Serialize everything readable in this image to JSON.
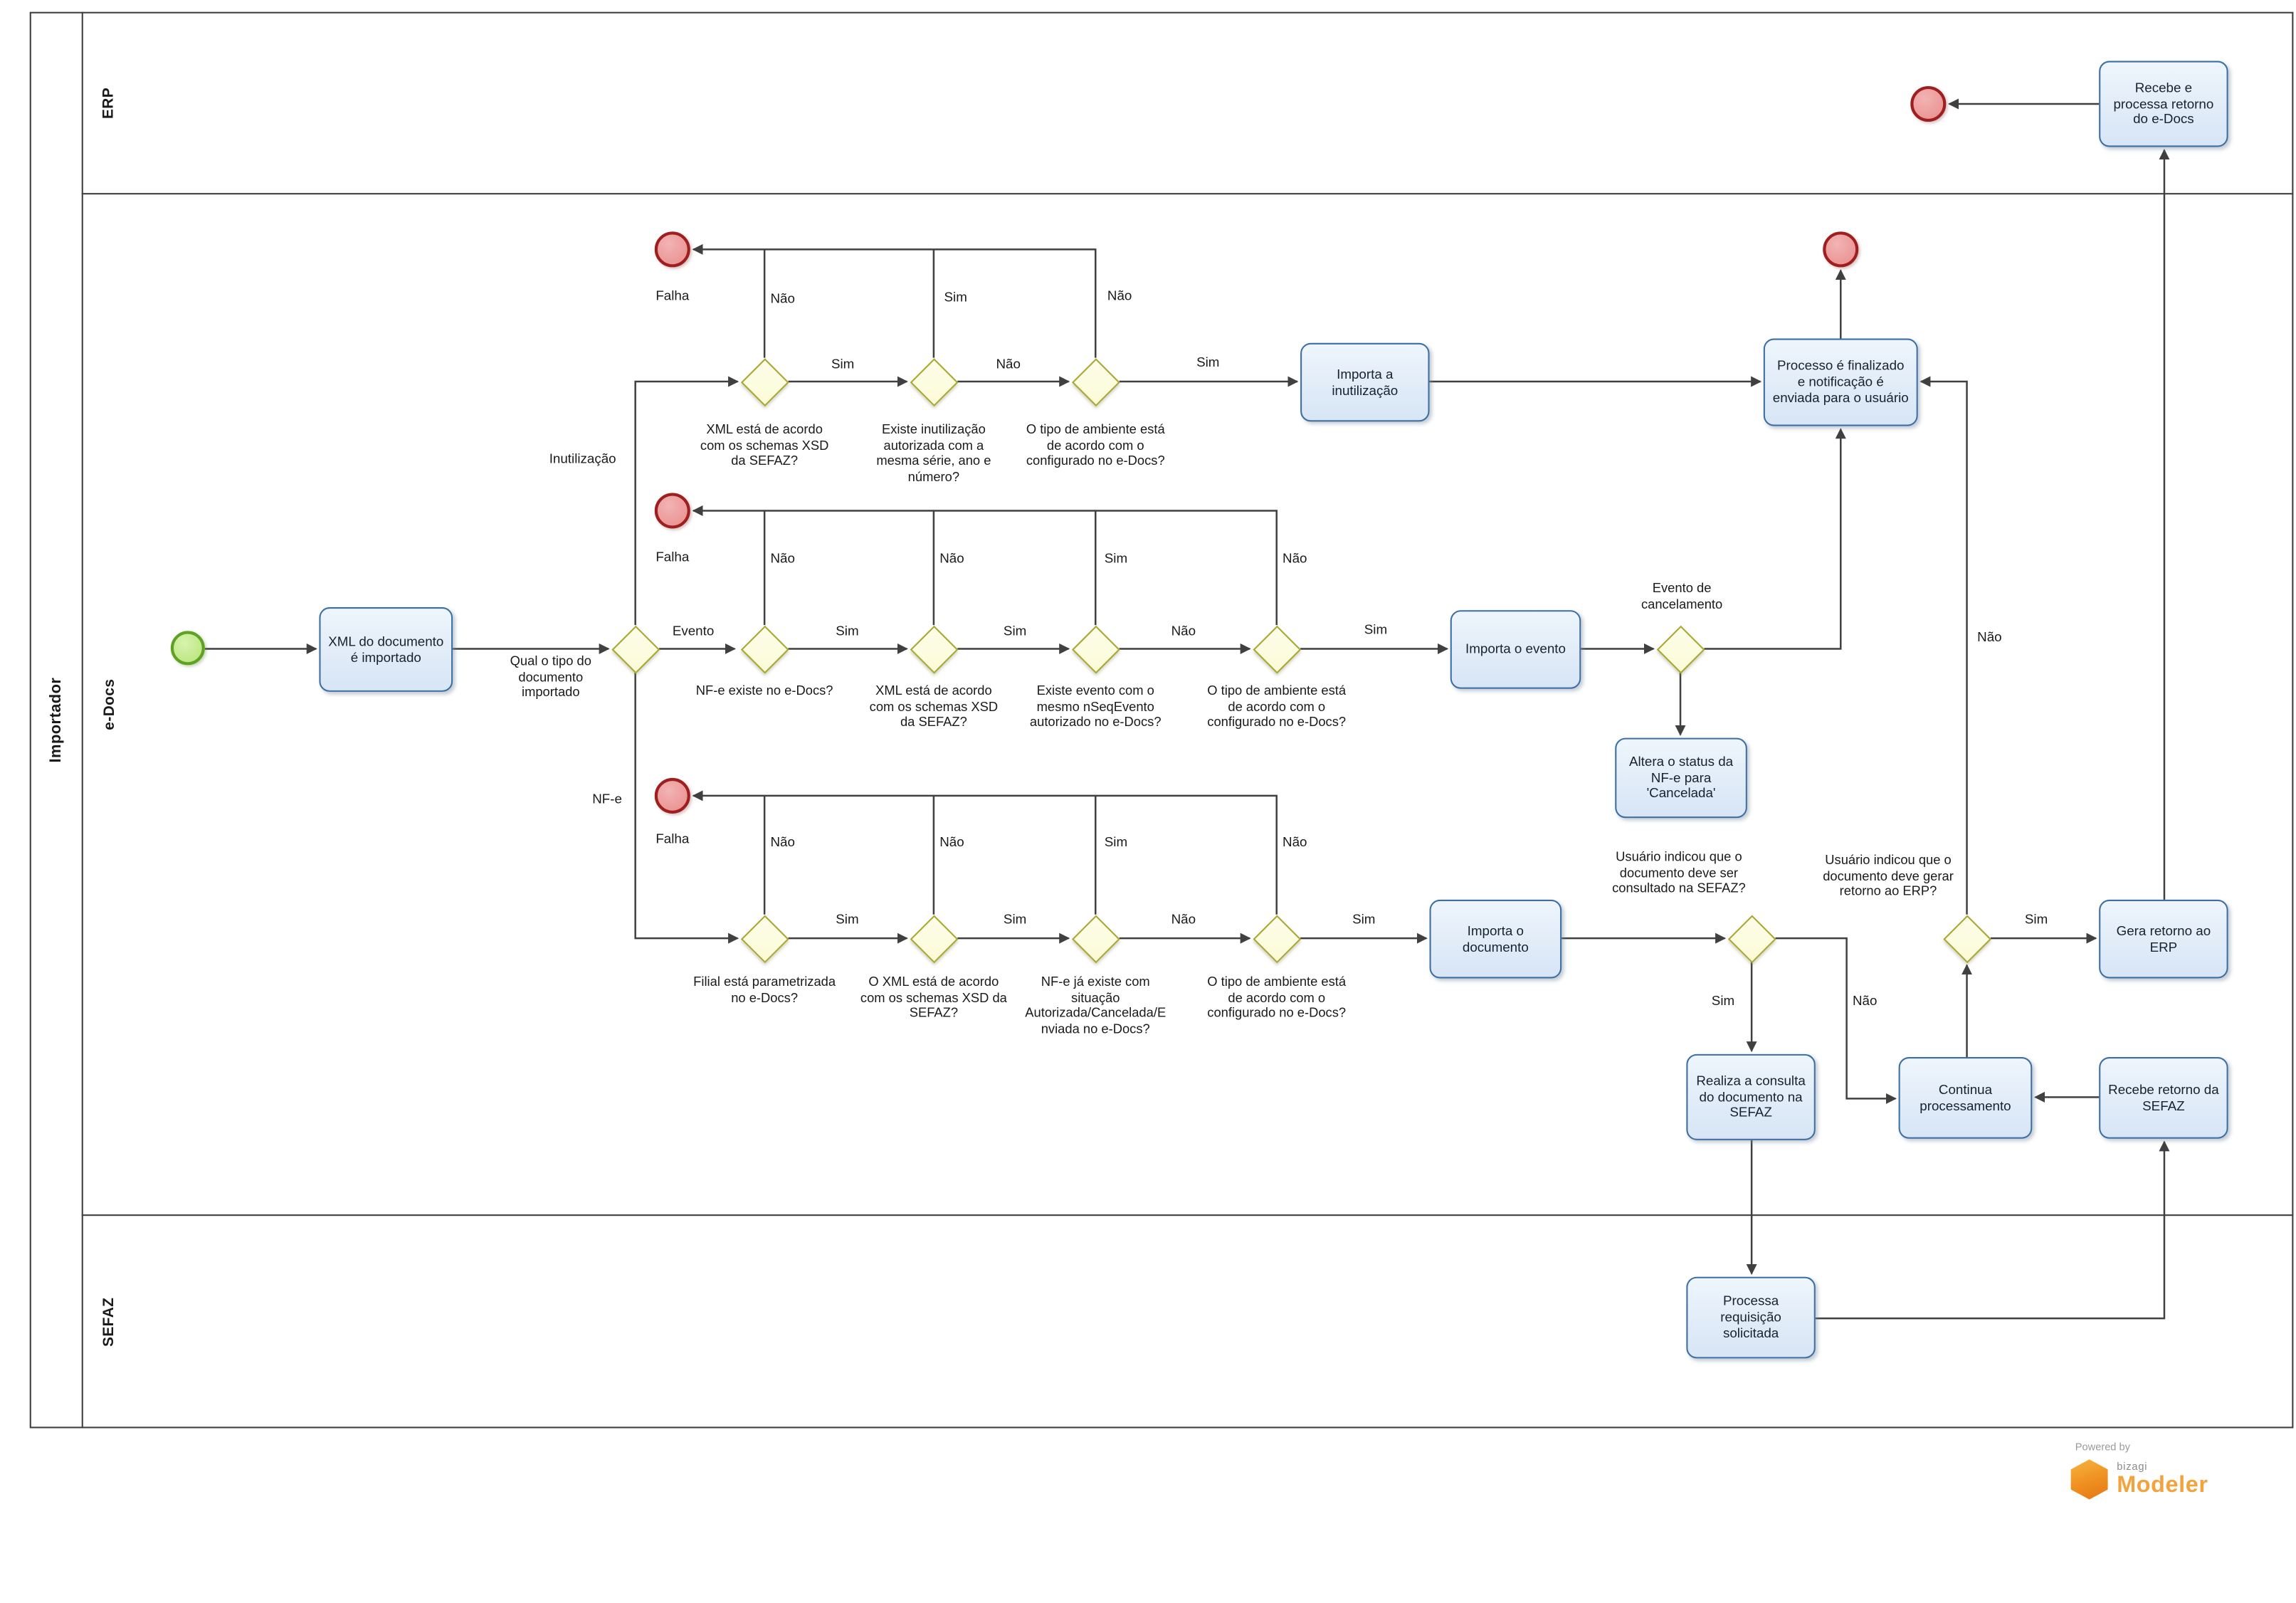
{
  "pool": {
    "label": "Importador"
  },
  "lanes": {
    "erp": "ERP",
    "edocs": "e-Docs",
    "sefaz": "SEFAZ"
  },
  "tasks": {
    "recebe_processa_retorno": "Recebe e processa retorno do e-Docs",
    "xml_importado": "XML do documento é importado",
    "importa_inutilizacao": "Importa a inutilização",
    "processo_finalizado": "Processo é finalizado e notificação é enviada para o usuário",
    "importa_evento": "Importa o evento",
    "altera_status": "Altera o status da NF-e para 'Cancelada'",
    "importa_documento": "Importa o documento",
    "realiza_consulta": "Realiza a consulta do documento na SEFAZ",
    "continua_processamento": "Continua processamento",
    "recebe_retorno_sefaz": "Recebe retorno da SEFAZ",
    "gera_retorno_erp": "Gera retorno ao ERP",
    "processa_requisicao": "Processa requisição solicitada"
  },
  "gateways": {
    "tipo_documento": "Qual o tipo do documento importado",
    "xml_schemas": "XML está de acordo com os schemas XSD da SEFAZ?",
    "inutilizacao_autorizada": "Existe inutilização autorizada com a mesma série, ano e número?",
    "tipo_ambiente": "O tipo de ambiente está de acordo com o configurado no e-Docs?",
    "nfe_existe": "NF-e existe no e-Docs?",
    "evento_nseq": "Existe evento com o mesmo nSeqEvento autorizado no e-Docs?",
    "filial_parametrizada": "Filial está parametrizada no e-Docs?",
    "o_xml_schemas": "O XML está de acordo com os schemas XSD da SEFAZ?",
    "nfe_situacao": "NF-e já existe com situação Autorizada/Cancelada/Enviada no e-Docs?",
    "usuario_consulta_sefaz": "Usuário indicou que o documento deve ser consultado na SEFAZ?",
    "usuario_retorno_erp": "Usuário indicou que o documento deve gerar retorno ao ERP?"
  },
  "flow_labels": {
    "sim": "Sim",
    "nao": "Não",
    "falha": "Falha",
    "inutilizacao": "Inutilização",
    "evento": "Evento",
    "nfe": "NF-e",
    "evento_cancelamento": "Evento de cancelamento"
  },
  "branding": {
    "powered_by": "Powered by",
    "brand": "bizagi",
    "product": "Modeler"
  },
  "colors": {
    "task_fill": "#d7e5f5",
    "task_border": "#3e6fa3",
    "gateway_fill": "#fbfbd8",
    "gateway_border": "#a8a832",
    "start_fill": "#b5e377",
    "start_border": "#5fa221",
    "end_fill": "#e98c8c",
    "end_border": "#9e1f1f",
    "flow_line": "#404040",
    "brand_orange": "#f2a33c"
  }
}
